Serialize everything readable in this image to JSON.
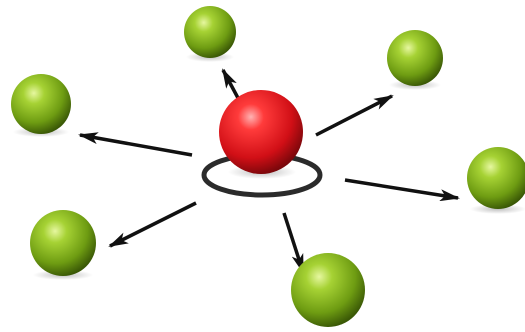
{
  "diagram": {
    "hub": {
      "color": "#e0141b",
      "highlight": "#ff7b7b",
      "shadow": "#8a0a0e",
      "ring_color": "#2b2b2b"
    },
    "satellite_style": {
      "color": "#7fb01c",
      "highlight": "#d4ef7a",
      "shadow": "#3f6009"
    },
    "arrow_color": "#111111",
    "satellites": [
      {
        "id": "top"
      },
      {
        "id": "upper-right"
      },
      {
        "id": "right"
      },
      {
        "id": "bottom"
      },
      {
        "id": "lower-left"
      },
      {
        "id": "left"
      }
    ]
  }
}
